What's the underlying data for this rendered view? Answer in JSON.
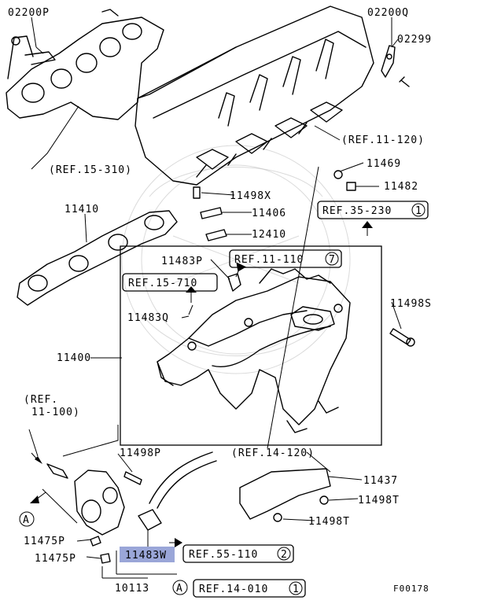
{
  "labels": {
    "p02200P": "02200P",
    "p02200Q": "02200Q",
    "p02299": "02299",
    "p11469": "11469",
    "p11482": "11482",
    "p11498X": "11498X",
    "p11406": "11406",
    "p12410": "12410",
    "p11410": "11410",
    "p11483P": "11483P",
    "p11483Q": "11483Q",
    "p11498S": "11498S",
    "p11400": "11400",
    "p11498P": "11498P",
    "p11437": "11437",
    "p11498T_a": "11498T",
    "p11498T_b": "11498T",
    "p11475P_a": "11475P",
    "p11475P_b": "11475P",
    "p11483W": "11483W",
    "p10113": "10113",
    "figure_code": "F00178"
  },
  "refs": {
    "r15_310": "(REF.15-310)",
    "r11_120": "(REF.11-120)",
    "r35_230": "REF.35-230",
    "r35_230_num": "1",
    "r11_110": "REF.11-110",
    "r11_110_num": "7",
    "r15_710": "REF.15-710",
    "r11_100_a": "(REF.",
    "r11_100_b": "11-100)",
    "r14_120": "(REF.14-120)",
    "r55_110": "REF.55-110",
    "r55_110_num": "2",
    "r14_010": "REF.14-010",
    "r14_010_num": "1",
    "marker_a_1": "A",
    "marker_a_2": "A"
  },
  "colors": {
    "highlight": "#9aa6d8"
  }
}
